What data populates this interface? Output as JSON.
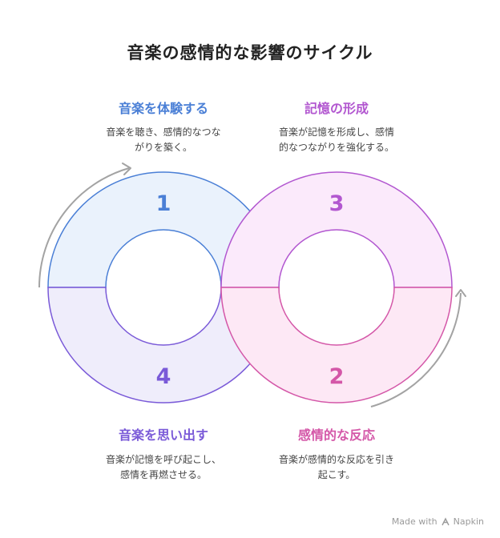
{
  "title": "音楽の感情的な影響のサイクル",
  "steps": [
    {
      "number": "1",
      "heading": "音楽を体験する",
      "desc_line1": "音楽を聴き、感情的なつな",
      "desc_line2": "がりを築く。",
      "color": "#4a7fd6",
      "fill": "#eaf2fc"
    },
    {
      "number": "2",
      "heading": "感情的な反応",
      "desc_line1": "音楽が感情的な反応を引き",
      "desc_line2": "起こす。",
      "color": "#d457a8",
      "fill": "#fde8f5"
    },
    {
      "number": "3",
      "heading": "記憶の形成",
      "desc_line1": "音楽が記憶を形成し、感情",
      "desc_line2": "的なつながりを強化する。",
      "color": "#b257d0",
      "fill": "#fbeafb"
    },
    {
      "number": "4",
      "heading": "音楽を思い出す",
      "desc_line1": "音楽が記憶を呼び起こし、",
      "desc_line2": "感情を再燃させる。",
      "color": "#7a5ad8",
      "fill": "#efedfb"
    }
  ],
  "arrow_color": "#a3a3a3",
  "brand": {
    "text": "Made with",
    "name": "Napkin"
  }
}
